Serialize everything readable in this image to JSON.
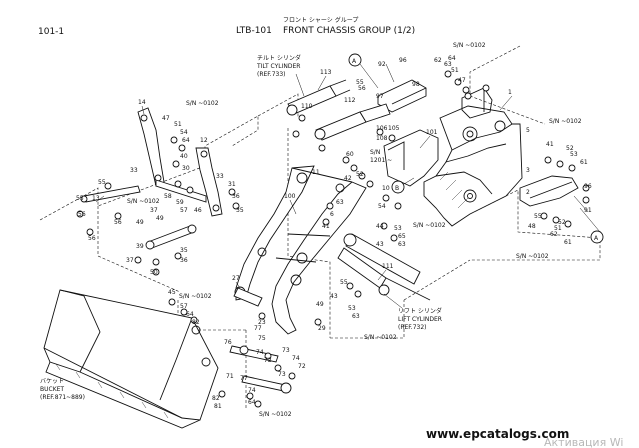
{
  "header": {
    "page_code": "101-1",
    "catalog_code": "LTB-101",
    "title_jp": "フロント シャーシ グループ",
    "title_en": "FRONT CHASSIS GROUP (1/2)"
  },
  "callouts": {
    "tilt_cylinder_jp": "チルト シリンダ",
    "tilt_cylinder_en": "TILT CYLINDER",
    "tilt_cylinder_ref": "(REF.733)",
    "lift_cylinder_jp": "リフト シリンダ",
    "lift_cylinder_en": "LIFT CYLINDER",
    "lift_cylinder_ref": "(REF.732)",
    "bucket_jp": "バケット",
    "bucket_en": "BUCKET",
    "bucket_ref": "(REF.871~889)",
    "marker_a": "A",
    "marker_b": "B"
  },
  "serial_notes": {
    "sn_top_right": "S/N ~0102",
    "sn_upper_left": "S/N ~0102",
    "sn_mid_left": "S/N ~0102",
    "sn_right_1": "S/N ~0102",
    "sn_1201": "S/N",
    "sn_1201b": "1201 ~",
    "sn_center_right": "S/N ~0102",
    "sn_lower_right": "S/N ~0102",
    "sn_center_low": "S/N ~0102",
    "sn_bottom_left": "S/N ~0102",
    "sn_bottom": "S/N ~0102"
  },
  "parts": {
    "p1": "1",
    "p2": "2",
    "p3": "3",
    "p5": "5",
    "p6": "6",
    "p10": "10",
    "p11": "11",
    "p12": "12",
    "p13": "13",
    "p14": "14",
    "p23": "23",
    "p27": "27",
    "p29": "29",
    "p30": "30",
    "p31": "31",
    "p33": "33",
    "p33b": "33",
    "p35": "35",
    "p36": "36",
    "p37": "37",
    "p37b": "37",
    "p39": "39",
    "p40": "40",
    "p41": "41",
    "p42": "42",
    "p43": "43",
    "p44": "44",
    "p45": "45",
    "p46": "46",
    "p47": "47",
    "p47b": "47",
    "p48": "48",
    "p49": "49",
    "p50": "50",
    "p51": "51",
    "p51b": "51",
    "p52": "52",
    "p53": "53",
    "p54": "54",
    "p55": "55",
    "p55b": "55",
    "p56": "56",
    "p56b": "56",
    "p57": "57",
    "p57b": "57",
    "p58": "58",
    "p59": "59",
    "p60": "60",
    "p61": "61",
    "p62": "62",
    "p63": "63",
    "p64": "64",
    "p65": "65",
    "p71": "71",
    "p72": "72",
    "p73": "73",
    "p74": "74",
    "p75": "75",
    "p76": "76",
    "p77": "77",
    "p81": "81",
    "p82": "82",
    "p91": "91",
    "p92": "92",
    "p96": "96",
    "p97": "97",
    "p98": "98",
    "p100": "100",
    "p101": "101",
    "p105": "105",
    "p106": "106",
    "p108": "108",
    "p110": "110",
    "p111": "111",
    "p112": "112",
    "p113": "113"
  },
  "watermark": {
    "site": "www.epcatalogs.com",
    "overlay": "Активация Wi"
  }
}
